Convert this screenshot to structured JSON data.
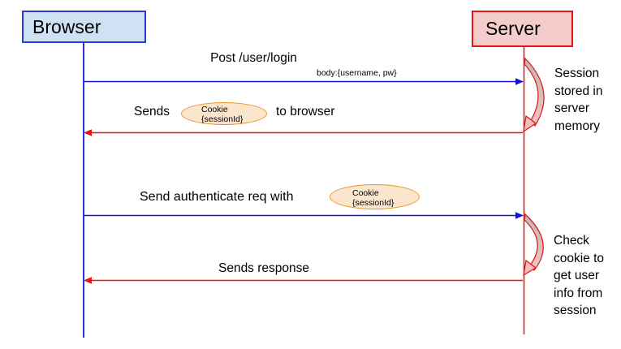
{
  "colors": {
    "background": "#ffffff",
    "browser_fill": "#cfe2f3",
    "browser_border": "#2c39d5",
    "server_fill": "#f4cccc",
    "server_border": "#e41414",
    "blue_arrow": "#1111dd",
    "red_arrow": "#ee1111",
    "cookie_fill": "#fce5cd",
    "cookie_border": "#e8962e",
    "loop_fill_top": "#b9b9b9",
    "loop_fill_bottom": "#f0c4c4",
    "text": "#000000"
  },
  "actors": {
    "browser": {
      "label": "Browser"
    },
    "server": {
      "label": "Server"
    }
  },
  "messages": {
    "login": {
      "label": "Post /user/login",
      "body": "body:{username, pw}"
    },
    "send_cookie": {
      "prefix": "Sends",
      "suffix": "to browser"
    },
    "authenticate": {
      "prefix": "Send authenticate req with"
    },
    "response": {
      "label": "Sends response"
    }
  },
  "cookie": {
    "line1": "Cookie",
    "line2": "{sessionId}"
  },
  "annotations": {
    "store_session": "Session\nstored in\nserver\nmemory",
    "check_cookie": "Check\ncookie to\nget user\ninfo from\nsession"
  }
}
